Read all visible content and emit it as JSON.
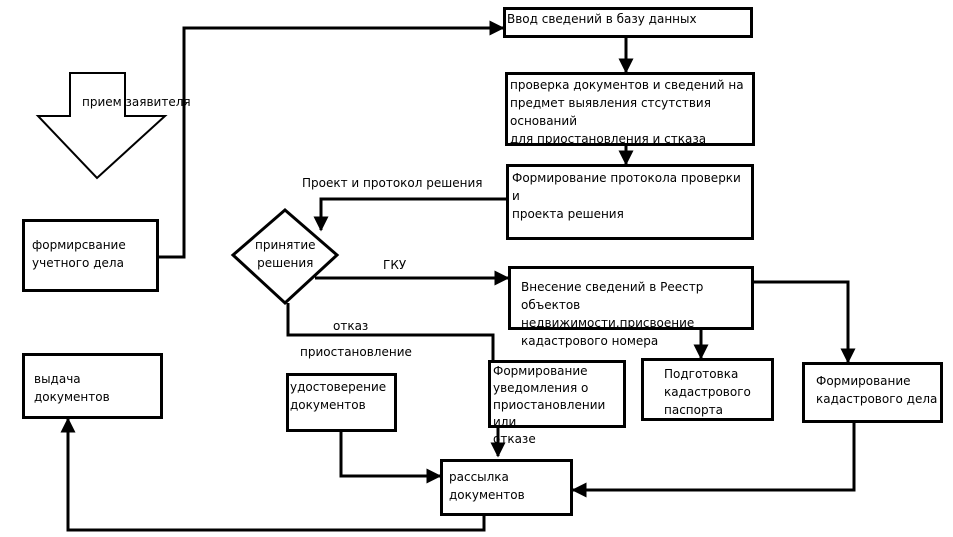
{
  "diagram": {
    "start_label": "прием заявителя",
    "nodes": {
      "formirovanie_ucheta": "формирсвание\nучетного дела",
      "vvod": "Ввод сведений в базу данных",
      "proverka": "проверка документов и сведений на\nпредмет выявления стсутствия оснований\nдля приостановления и стказа",
      "protokol": "Формирование протокола проверки и\nпроекта решения",
      "reshenie": "принятие\nрешения",
      "vnesenie": "Внесение сведений в Реестр\nобъектов недвижимости,присвоение\nкадастрового номера",
      "uvedomlenie": "Формирование\nуведомления о\nприостановлении или\nотказе",
      "podgotovka": "Подготовка\nкадастрового\nпаспорта",
      "kad_delo": "Формирование\nкадастрового дела",
      "vydacha": "выдача\nдокументов",
      "udostoverenie": "удостоверение\nдокументов",
      "rassylka": "рассылка\nдокументов"
    },
    "edge_labels": {
      "proekt": "Проект и протокол решения",
      "gku": "ГКУ",
      "otkaz": "отказ",
      "priostanovlenie": "приостановление"
    }
  }
}
